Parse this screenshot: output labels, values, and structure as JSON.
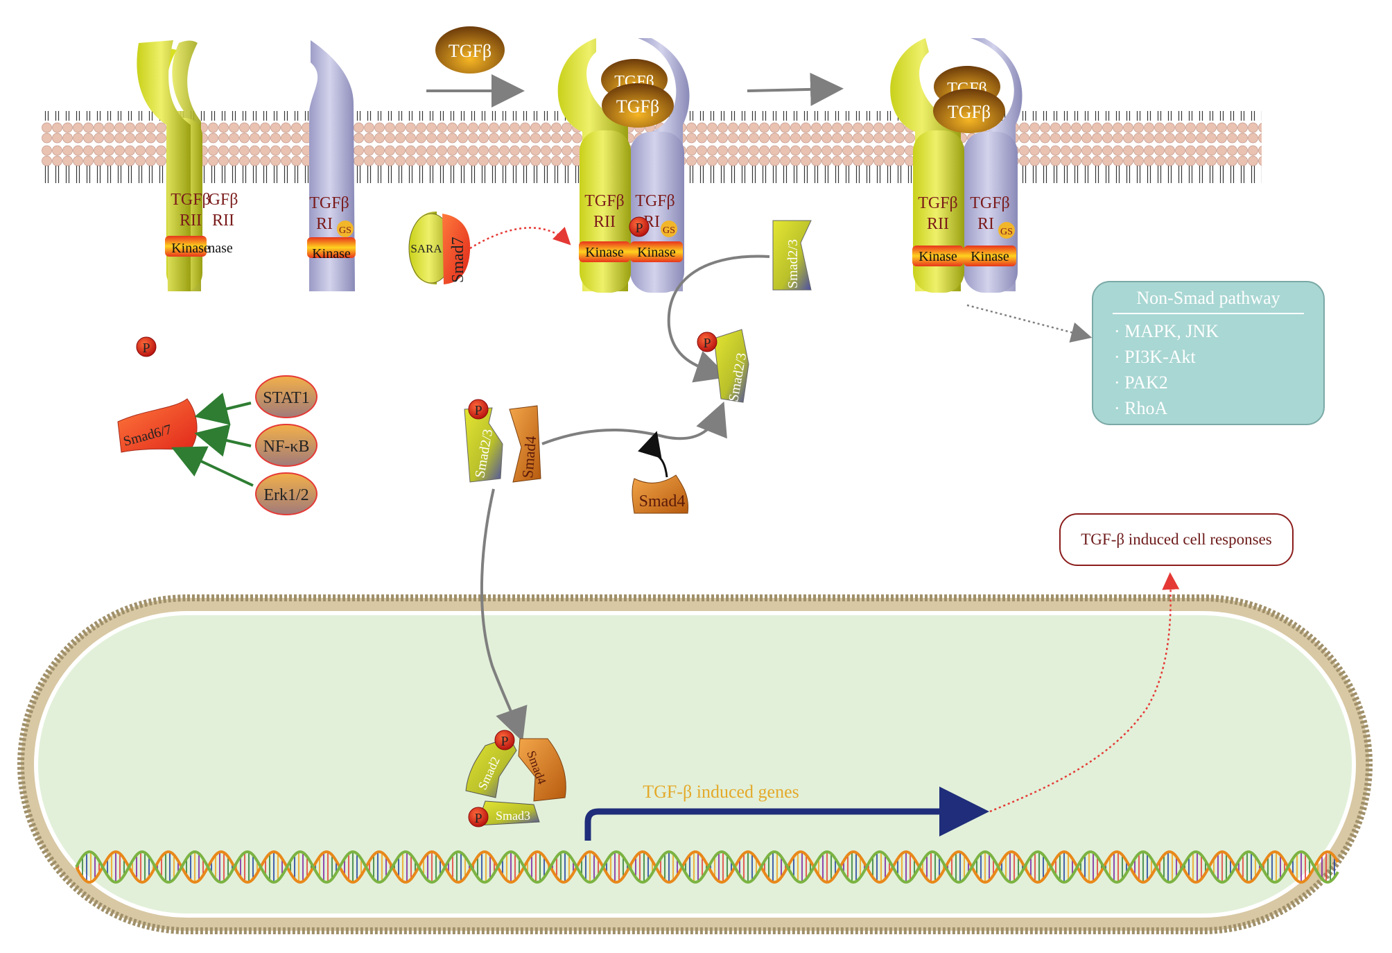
{
  "ligand": "TGFβ",
  "receptors": {
    "rii_line1": "TGFβ",
    "rii_line2": "RII",
    "ri_line1": "TGFβ",
    "ri_line2": "RI",
    "gs": "GS",
    "kinase": "Kinase",
    "rii_partial_line1": "GFβ",
    "rii_partial_line2": "RII",
    "kinase_partial": "nase"
  },
  "phospho": "P",
  "proteins": {
    "sara": "SARA",
    "smad7": "Smad7",
    "smad23": "Smad2/3",
    "smad4": "Smad4",
    "smad2": "Smad2",
    "smad3": "Smad3",
    "smad67": "Smad6/7",
    "stat1": "STAT1",
    "nfkb": "NF-κB",
    "erk": "Erk1/2"
  },
  "nonsmad": {
    "title": "Non-Smad pathway",
    "items": [
      "MAPK, JNK",
      "PI3K-Akt",
      "PAK2",
      "RhoA"
    ]
  },
  "responses": "TGF-β induced cell responses",
  "genes": "TGF-β induced genes",
  "colors": {
    "yellow_green": "#d9e021",
    "lavender": "#b3b3d6",
    "membrane_head": "#e6b8a8",
    "nucleus_fill": "#e2f0d9",
    "arrow_gray": "#808080",
    "arrow_green": "#2e7d32",
    "gene_arrow": "#1f2d7a",
    "dotted_red": "#e53935",
    "response_border": "#8b1c1c",
    "nonsmad_box": "#a9d7d3"
  }
}
